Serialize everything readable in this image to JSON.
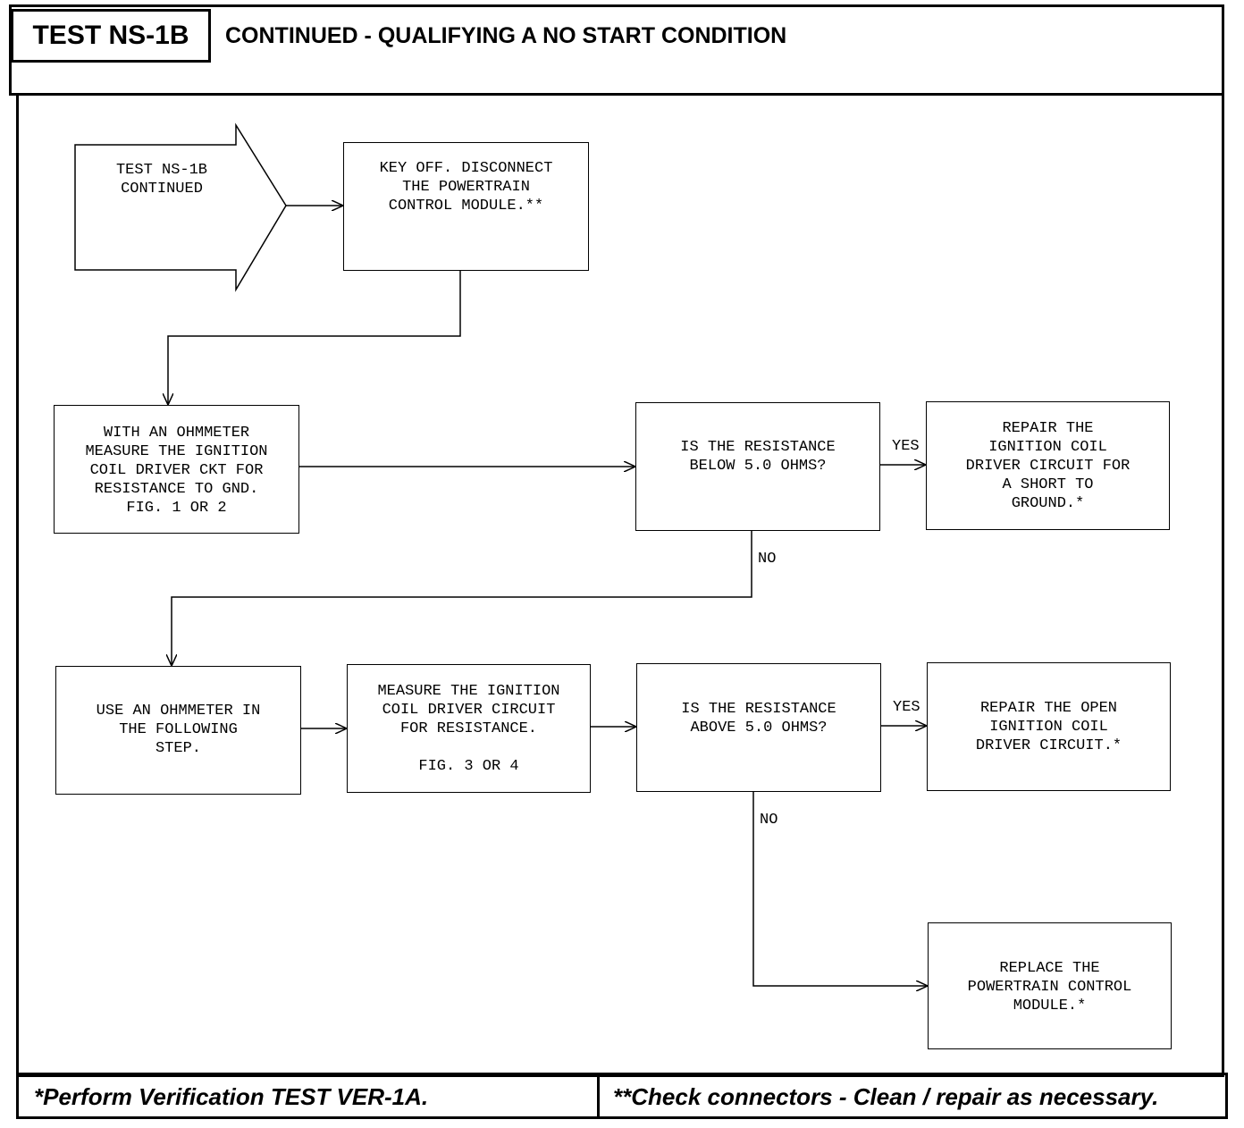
{
  "header": {
    "test_id": "TEST NS-1B",
    "title": "CONTINUED - QUALIFYING A NO START CONDITION"
  },
  "flow": {
    "entry_arrow": "TEST NS-1B\nCONTINUED",
    "key_off": "KEY OFF. DISCONNECT\nTHE POWERTRAIN\nCONTROL MODULE.**",
    "ohmmeter_gnd": "WITH AN OHMMETER\nMEASURE THE IGNITION\nCOIL DRIVER CKT FOR\nRESISTANCE TO GND.\nFIG. 1 OR 2",
    "decision_below": "IS THE RESISTANCE\nBELOW 5.0 OHMS?",
    "repair_short": "REPAIR THE\nIGNITION COIL\nDRIVER CIRCUIT FOR\nA SHORT TO\nGROUND.*",
    "use_ohmmeter": "USE AN OHMMETER IN\nTHE FOLLOWING\nSTEP.",
    "measure_circuit": "MEASURE THE IGNITION\nCOIL DRIVER CIRCUIT\nFOR RESISTANCE.\n\nFIG. 3 OR 4",
    "decision_above": "IS THE RESISTANCE\nABOVE 5.0 OHMS?",
    "repair_open": "REPAIR THE OPEN\nIGNITION COIL\nDRIVER CIRCUIT.*",
    "replace_pcm": "REPLACE THE\nPOWERTRAIN CONTROL\nMODULE.*"
  },
  "labels": {
    "yes": "YES",
    "no": "NO"
  },
  "footer": {
    "left": "*Perform Verification TEST VER-1A.",
    "right": "**Check connectors - Clean / repair as necessary."
  }
}
